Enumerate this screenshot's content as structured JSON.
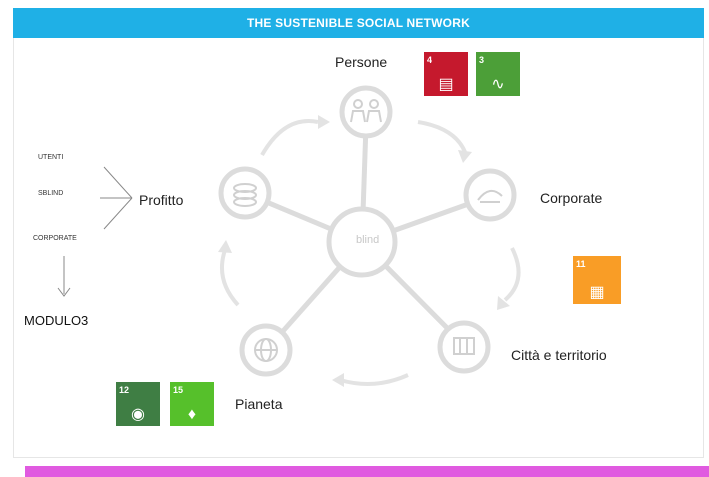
{
  "header": {
    "title": "THE SUSTENIBLE SOCIAL NETWORK"
  },
  "nodes": {
    "center": "blind",
    "persone": "Persone",
    "corporate": "Corporate",
    "citta": "Città e territorio",
    "pianeta": "Pianeta",
    "profitto": "Profitto"
  },
  "profit_sources": [
    "UTENTI",
    "SBLIND",
    "CORPORATE"
  ],
  "modulo": "MODULO3",
  "sdg_badges": [
    {
      "group": "persone",
      "number": "4",
      "color": "#c5192d",
      "icon": "book-icon"
    },
    {
      "group": "persone",
      "number": "3",
      "color": "#4c9f38",
      "icon": "heartbeat-icon"
    },
    {
      "group": "citta",
      "number": "11",
      "color": "#f99d26",
      "icon": "city-icon"
    },
    {
      "group": "pianeta",
      "number": "12",
      "color": "#3f7e44",
      "icon": "eye-icon"
    },
    {
      "group": "pianeta",
      "number": "15",
      "color": "#56c02b",
      "icon": "tree-icon"
    }
  ],
  "colors": {
    "header": "#1fb0e6",
    "footer": "#e05ae0",
    "diagram_gray": "#dcdcdc"
  }
}
